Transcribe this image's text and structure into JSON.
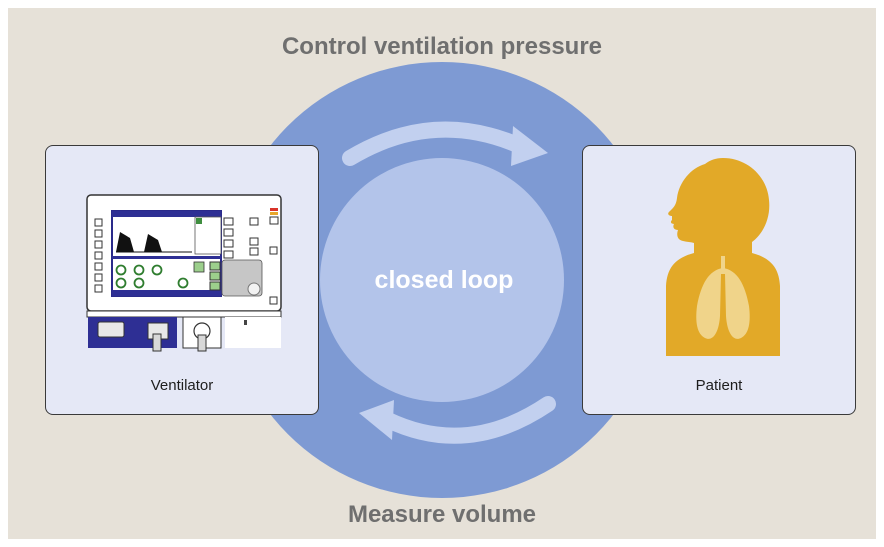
{
  "top_label": "Control ventilation pressure",
  "bottom_label": "Measure volume",
  "center_label": "closed loop",
  "ventilator": {
    "caption": "Ventilator"
  },
  "patient": {
    "caption": "Patient"
  },
  "colors": {
    "background": "#e6e1d8",
    "loop_outer": "#7e9ad3",
    "loop_inner": "#b3c4ea",
    "arrow": "#c2d0ef",
    "box_fill": "#e5e8f6",
    "silhouette": "#e2a928",
    "lungs": "#f0d48a"
  }
}
